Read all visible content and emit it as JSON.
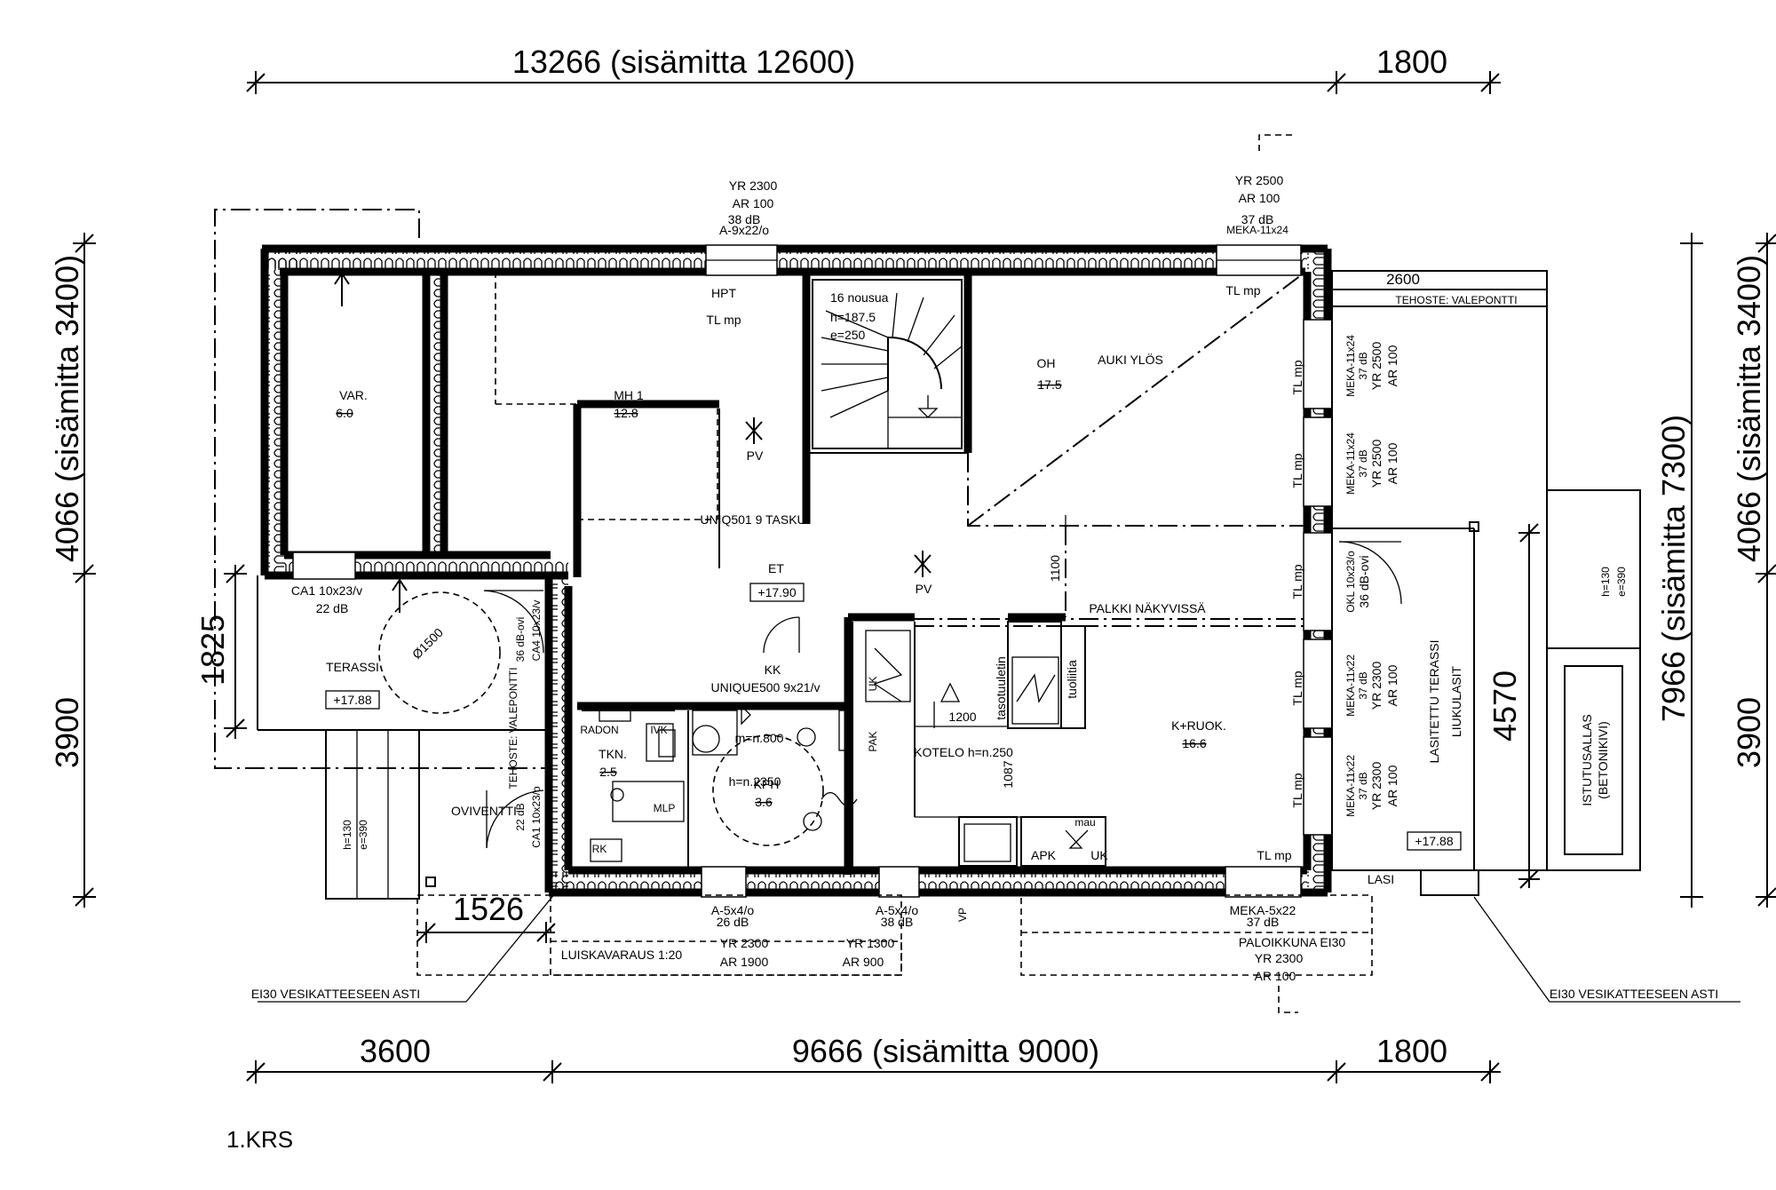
{
  "dimensions": {
    "top_left": "13266 (sisämitta 12600)",
    "top_right": "1800",
    "bottom_left": "3600",
    "bottom_mid": "9666 (sisämitta 9000)",
    "bottom_right": "1800",
    "left_upper": "4066 (sisämitta 3400)",
    "left_lower": "3900",
    "left_short": "1825",
    "right_upper": "4066 (sisämitta 3400)",
    "right_lower": "3900",
    "right_total": "7966 (sisämitta 7300)",
    "terrace_depth": "4570",
    "terrace_width": "2600",
    "palkki": "1100",
    "ramp": "1526",
    "kotelo_w": "1200",
    "kotelo_h": "1087",
    "kph_w": "1200"
  },
  "rooms": {
    "var": {
      "name": "VAR.",
      "area": "6.0"
    },
    "mh1": {
      "name": "MH 1",
      "area": "12.8"
    },
    "oh": {
      "name": "OH",
      "area": "17.5"
    },
    "oh_note": "AUKI YLÖS",
    "et": {
      "name": "ET",
      "level": "+17.90"
    },
    "terassi": {
      "name": "TERASSI",
      "level": "+17.88"
    },
    "kk": "KK",
    "tkn": {
      "name": "TKN.",
      "area": "2.5"
    },
    "kph": {
      "name": "KPH",
      "area": "3.6"
    },
    "kruok": {
      "name": "K+RUOK.",
      "area": "16.6"
    },
    "lasitettu": "LASITETTU TERASSI",
    "liukulasit": "LIUKULASIT",
    "lasitettu_level": "+17.88",
    "istutusallas": "ISTUTUSALLAS",
    "betonikivi": "(BETONIKIVI)"
  },
  "windows": {
    "top1": [
      "YR 2300",
      "AR 100",
      "38 dB",
      "A-9x22/o"
    ],
    "top2": [
      "YR 2500",
      "AR 100",
      "37 dB",
      "MEKA-11x24"
    ],
    "right1": [
      "MEKA-11x24",
      "37 dB",
      "YR 2500",
      "AR 100"
    ],
    "right2": [
      "MEKA-11x24",
      "37 dB",
      "YR 2500",
      "AR 100"
    ],
    "right3": [
      "OKL 10x23/o",
      "36 dB-ovi"
    ],
    "right4": [
      "MEKA-11x22",
      "37 dB",
      "YR 2300",
      "AR 100"
    ],
    "right5": [
      "MEKA-11x22",
      "37 dB",
      "YR 2300",
      "AR 100"
    ],
    "bottom1": [
      "A-5x4/o",
      "26 dB",
      "YR 2300",
      "AR 1900"
    ],
    "bottom2": [
      "A-5x4/o",
      "38 dB",
      "YR 1300",
      "AR 900"
    ],
    "bottom3": [
      "MEKA-5x22",
      "37 dB",
      "PALOIKKUNA EI30",
      "YR 2300",
      "AR 100"
    ]
  },
  "labels": {
    "hpt": "HPT",
    "tl_mp": "TL mp",
    "stairs": [
      "16 nousua",
      "h=187.5",
      "e=250"
    ],
    "pv": "PV",
    "uniq501": "UNIQ501 9 TASKU",
    "unique500": "UNIQUE500 9x21/v",
    "palkki": "PALKKI NÄKYVISSÄ",
    "tehoste_top": "TEHOSTE: VALEPONTTI",
    "tehoste_left": "TEHOSTE: VALEPONTTI",
    "ca1_top": [
      "CA1 10x23/v",
      "22 dB"
    ],
    "ca4": "CA4 10x23/v",
    "ovi36": "36 dB-ovi",
    "ovi22": "22 dB",
    "ca1_side": "CA1 10x23/o",
    "oviventti": "OVIVENTTI",
    "diam": "Ø1500",
    "radon": "RADON",
    "ivk": "IVK",
    "mlp": "MLP",
    "rk": "RK",
    "h2350": "h=n.2350",
    "mh800": "m=n.800",
    "kotelo": "KOTELO h=n.250",
    "tasotuuletin": "tasotuuletin",
    "tuoliitia": "tuoliitia",
    "pak": "PAK",
    "uk": "UK",
    "apk": "APK",
    "mau": "mau",
    "step1": [
      "h=130",
      "e=390"
    ],
    "step2": [
      "h=130",
      "e=390"
    ],
    "luiskavaraus": "LUISKAVARAUS 1:20",
    "ei30_left": "EI30 VESIKATTEESEEN ASTI",
    "ei30_right": "EI30 VESIKATTEESEEN ASTI",
    "lasi": "LASI",
    "vp": "VP",
    "floor": "1.KRS"
  }
}
